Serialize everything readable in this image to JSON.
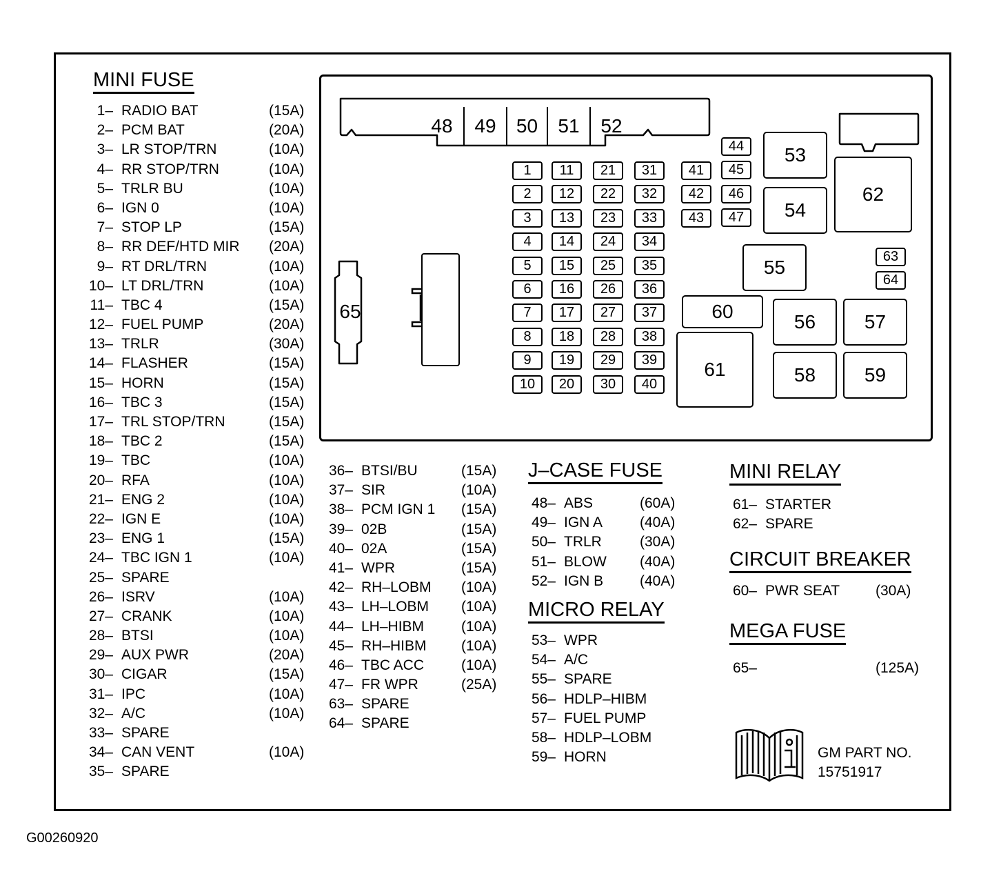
{
  "caption": "G00260920",
  "mini_fuse": {
    "title": "MINI FUSE",
    "items": [
      {
        "num": "1–",
        "name": "RADIO BAT",
        "amp": "(15A)"
      },
      {
        "num": "2–",
        "name": "PCM BAT",
        "amp": "(20A)"
      },
      {
        "num": "3–",
        "name": "LR STOP/TRN",
        "amp": "(10A)"
      },
      {
        "num": "4–",
        "name": "RR STOP/TRN",
        "amp": "(10A)"
      },
      {
        "num": "5–",
        "name": "TRLR BU",
        "amp": "(10A)"
      },
      {
        "num": "6–",
        "name": "IGN 0",
        "amp": "(10A)"
      },
      {
        "num": "7–",
        "name": "STOP LP",
        "amp": "(15A)"
      },
      {
        "num": "8–",
        "name": "RR DEF/HTD MIR",
        "amp": "(20A)"
      },
      {
        "num": "9–",
        "name": "RT DRL/TRN",
        "amp": "(10A)"
      },
      {
        "num": "10–",
        "name": "LT DRL/TRN",
        "amp": "(10A)"
      },
      {
        "num": "11–",
        "name": "TBC 4",
        "amp": "(15A)"
      },
      {
        "num": "12–",
        "name": "FUEL PUMP",
        "amp": "(20A)"
      },
      {
        "num": "13–",
        "name": "TRLR",
        "amp": "(30A)"
      },
      {
        "num": "14–",
        "name": "FLASHER",
        "amp": "(15A)"
      },
      {
        "num": "15–",
        "name": "HORN",
        "amp": "(15A)"
      },
      {
        "num": "16–",
        "name": "TBC 3",
        "amp": "(15A)"
      },
      {
        "num": "17–",
        "name": "TRL STOP/TRN",
        "amp": "(15A)"
      },
      {
        "num": "18–",
        "name": "TBC 2",
        "amp": "(15A)"
      },
      {
        "num": "19–",
        "name": "TBC",
        "amp": "(10A)"
      },
      {
        "num": "20–",
        "name": "RFA",
        "amp": "(10A)"
      },
      {
        "num": "21–",
        "name": "ENG 2",
        "amp": "(10A)"
      },
      {
        "num": "22–",
        "name": "IGN E",
        "amp": "(10A)"
      },
      {
        "num": "23–",
        "name": "ENG 1",
        "amp": "(15A)"
      },
      {
        "num": "24–",
        "name": "TBC IGN 1",
        "amp": "(10A)"
      },
      {
        "num": "25–",
        "name": "SPARE",
        "amp": ""
      },
      {
        "num": "26–",
        "name": "ISRV",
        "amp": "(10A)"
      },
      {
        "num": "27–",
        "name": "CRANK",
        "amp": "(10A)"
      },
      {
        "num": "28–",
        "name": "BTSI",
        "amp": "(10A)"
      },
      {
        "num": "29–",
        "name": "AUX PWR",
        "amp": "(20A)"
      },
      {
        "num": "30–",
        "name": "CIGAR",
        "amp": "(15A)"
      },
      {
        "num": "31–",
        "name": "IPC",
        "amp": "(10A)"
      },
      {
        "num": "32–",
        "name": "A/C",
        "amp": "(10A)"
      },
      {
        "num": "33–",
        "name": "SPARE",
        "amp": ""
      },
      {
        "num": "34–",
        "name": "CAN VENT",
        "amp": "(10A)"
      },
      {
        "num": "35–",
        "name": "SPARE",
        "amp": ""
      }
    ]
  },
  "mini_fuse_2": [
    {
      "num": "36–",
      "name": "BTSI/BU",
      "amp": "(15A)"
    },
    {
      "num": "37–",
      "name": "SIR",
      "amp": "(10A)"
    },
    {
      "num": "38–",
      "name": "PCM IGN 1",
      "amp": "(15A)"
    },
    {
      "num": "39–",
      "name": "02B",
      "amp": "(15A)"
    },
    {
      "num": "40–",
      "name": "02A",
      "amp": "(15A)"
    },
    {
      "num": "41–",
      "name": "WPR",
      "amp": "(15A)"
    },
    {
      "num": "42–",
      "name": "RH–LOBM",
      "amp": "(10A)"
    },
    {
      "num": "43–",
      "name": "LH–LOBM",
      "amp": "(10A)"
    },
    {
      "num": "44–",
      "name": "LH–HIBM",
      "amp": "(10A)"
    },
    {
      "num": "45–",
      "name": "RH–HIBM",
      "amp": "(10A)"
    },
    {
      "num": "46–",
      "name": "TBC ACC",
      "amp": "(10A)"
    },
    {
      "num": "47–",
      "name": "FR WPR",
      "amp": "(25A)"
    },
    {
      "num": "63–",
      "name": "SPARE",
      "amp": ""
    },
    {
      "num": "64–",
      "name": "SPARE",
      "amp": ""
    }
  ],
  "j_case_fuse": {
    "title": "J–CASE FUSE",
    "items": [
      {
        "num": "48–",
        "name": "ABS",
        "amp": "(60A)"
      },
      {
        "num": "49–",
        "name": "IGN A",
        "amp": "(40A)"
      },
      {
        "num": "50–",
        "name": "TRLR",
        "amp": "(30A)"
      },
      {
        "num": "51–",
        "name": "BLOW",
        "amp": "(40A)"
      },
      {
        "num": "52–",
        "name": "IGN B",
        "amp": "(40A)"
      }
    ]
  },
  "micro_relay": {
    "title": "MICRO RELAY",
    "items": [
      {
        "num": "53–",
        "name": "WPR"
      },
      {
        "num": "54–",
        "name": "A/C"
      },
      {
        "num": "55–",
        "name": "SPARE"
      },
      {
        "num": "56–",
        "name": "HDLP–HIBM"
      },
      {
        "num": "57–",
        "name": "FUEL PUMP"
      },
      {
        "num": "58–",
        "name": "HDLP–LOBM"
      },
      {
        "num": "59–",
        "name": "HORN"
      }
    ]
  },
  "mini_relay": {
    "title": "MINI RELAY",
    "items": [
      {
        "num": "61–",
        "name": "STARTER"
      },
      {
        "num": "62–",
        "name": "SPARE"
      }
    ]
  },
  "circuit_breaker": {
    "title": "CIRCUIT BREAKER",
    "items": [
      {
        "num": "60–",
        "name": "PWR SEAT",
        "amp": "(30A)"
      }
    ]
  },
  "mega_fuse": {
    "title": "MEGA FUSE",
    "items": [
      {
        "num": "65–",
        "name": "",
        "amp": "(125A)"
      }
    ]
  },
  "part_no": {
    "label": "GM PART NO.",
    "number": "15751917",
    "icon": "manual-info-icon"
  },
  "diagram": {
    "jcase_labels": [
      "48",
      "49",
      "50",
      "51",
      "52"
    ],
    "fuse_columns": [
      [
        "1",
        "2",
        "3",
        "4",
        "5",
        "6",
        "7",
        "8",
        "9",
        "10"
      ],
      [
        "11",
        "12",
        "13",
        "14",
        "15",
        "16",
        "17",
        "18",
        "19",
        "20"
      ],
      [
        "21",
        "22",
        "23",
        "24",
        "25",
        "26",
        "27",
        "28",
        "29",
        "30"
      ],
      [
        "31",
        "32",
        "33",
        "34",
        "35",
        "36",
        "37",
        "38",
        "39",
        "40"
      ]
    ],
    "col5": [
      "41",
      "42",
      "43"
    ],
    "col6": [
      "44",
      "45",
      "46",
      "47"
    ],
    "small_right": [
      "63",
      "64"
    ],
    "relays": {
      "r53": "53",
      "r54": "54",
      "r55": "55",
      "r56": "56",
      "r57": "57",
      "r58": "58",
      "r59": "59",
      "r60": "60",
      "r61": "61",
      "r62": "62",
      "mega": "65"
    }
  }
}
